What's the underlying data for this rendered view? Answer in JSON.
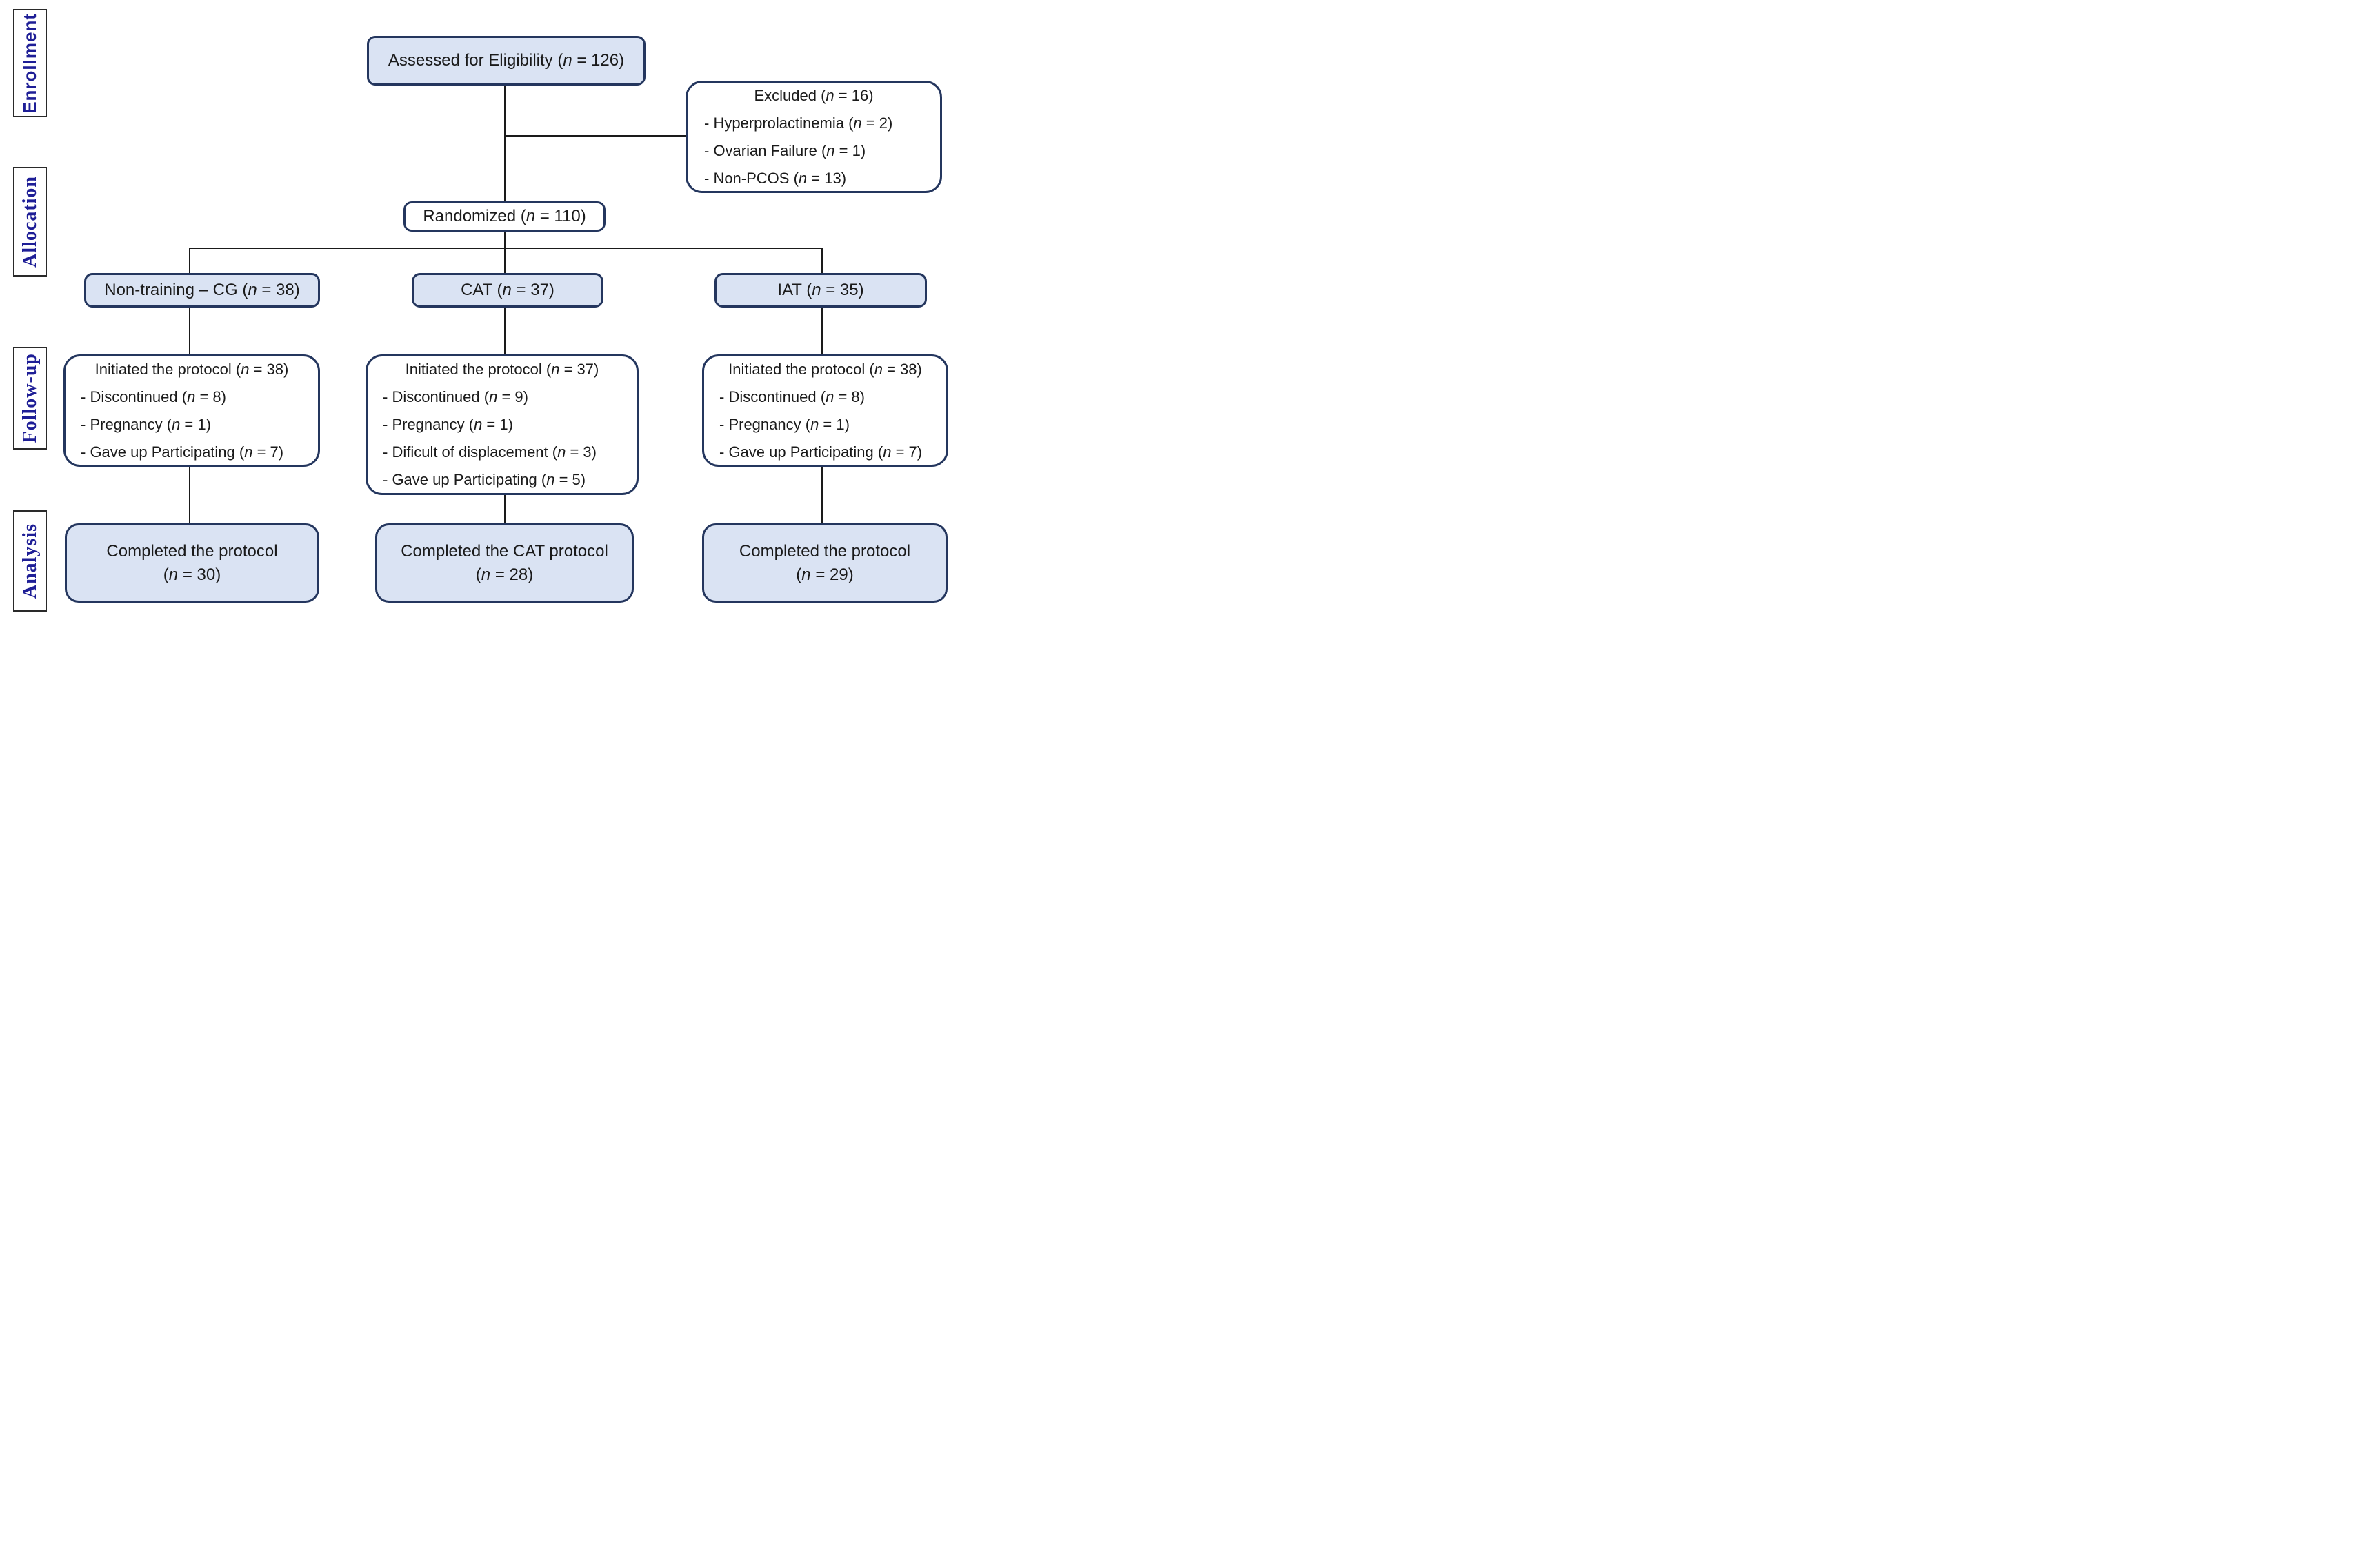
{
  "diagram": {
    "stages": [
      {
        "label": "Enrollment"
      },
      {
        "label": "Allocation"
      },
      {
        "label": "Follow-up"
      },
      {
        "label": "Analysis"
      }
    ],
    "assessed": {
      "text": "Assessed for Eligibility (n = 126)"
    },
    "excluded": {
      "title": "Excluded (n = 16)",
      "items": [
        "- Hyperprolactinemia (n = 2)",
        "- Ovarian Failure (n = 1)",
        "- Non-PCOS (n = 13)"
      ]
    },
    "randomized": {
      "text": "Randomized (n = 110)"
    },
    "arms": [
      {
        "allocation": "Non-training – CG (n = 38)",
        "followup_title": "Initiated the protocol (n = 38)",
        "followup_items": [
          "- Discontinued (n = 8)",
          "- Pregnancy (n = 1)",
          "- Gave up Participating (n = 7)"
        ],
        "analysis_line1": "Completed the protocol",
        "analysis_line2": "(n = 30)"
      },
      {
        "allocation": "CAT (n = 37)",
        "followup_title": "Initiated the protocol (n = 37)",
        "followup_items": [
          "- Discontinued (n = 9)",
          "- Pregnancy (n = 1)",
          "- Dificult of displacement (n = 3)",
          "- Gave up Participating (n = 5)"
        ],
        "analysis_line1": "Completed the CAT protocol",
        "analysis_line2": "(n = 28)"
      },
      {
        "allocation": "IAT (n = 35)",
        "followup_title": "Initiated the protocol (n = 38)",
        "followup_items": [
          "- Discontinued (n = 8)",
          "- Pregnancy (n = 1)",
          "- Gave up Participating (n = 7)"
        ],
        "analysis_line1": "Completed the protocol",
        "analysis_line2": "(n = 29)"
      }
    ],
    "colors": {
      "box_fill": "#dae3f3",
      "box_border": "#24365e",
      "stage_text": "#1e1e96",
      "line_color": "#1a1a1a"
    }
  }
}
